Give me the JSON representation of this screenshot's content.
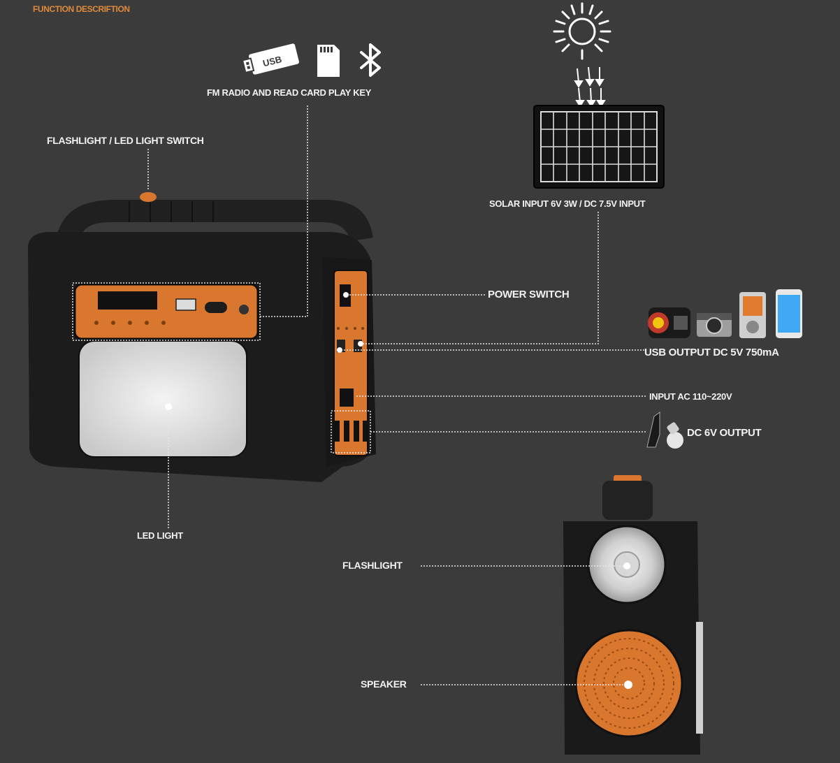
{
  "heading": "FUNCTION DESCRIFTION",
  "labels": {
    "fm_radio": "FM RADIO AND READ CARD PLAY KEY",
    "flashlight_switch": "FLASHLIGHT / LED LIGHT  SWITCH",
    "solar_input": "SOLAR INPUT 6V 3W / DC 7.5V INPUT",
    "power_switch": "POWER SWITCH",
    "usb_output": "USB OUTPUT DC 5V 750mA",
    "input_ac": "INPUT AC  110~220V",
    "dc_output": "DC 6V  OUTPUT",
    "led_light": "LED LIGHT",
    "flashlight": "FLASHLIGHT",
    "speaker": "SPEAKER"
  },
  "icons": {
    "usb_stick": "USB"
  },
  "colors": {
    "background": "#3b3b3b",
    "accent": "#e08a3c",
    "device_body": "#1c1c1c",
    "panel_orange": "#d9772e",
    "text": "#f2f2f2"
  }
}
